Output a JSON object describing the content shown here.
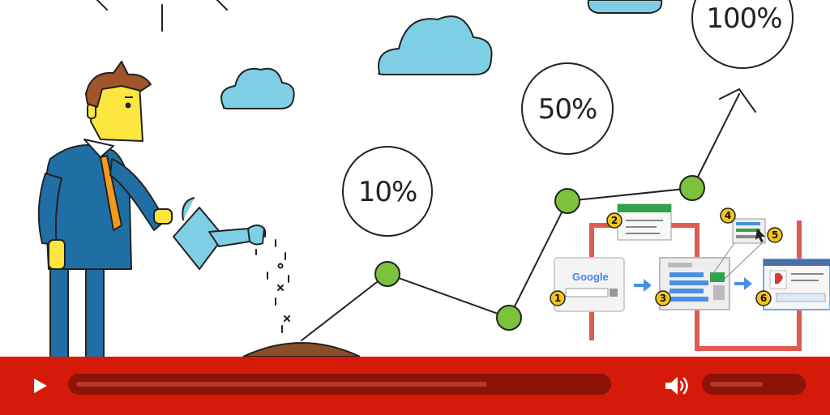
{
  "illustration": {
    "percent_labels": [
      "10%",
      "50%",
      "100%"
    ],
    "search_logo_text": "Google",
    "step_numbers": [
      "1",
      "2",
      "3",
      "4",
      "5",
      "6"
    ]
  },
  "player": {
    "progress": 0.78,
    "volume": 0.6,
    "icons": [
      "play-icon",
      "volume-icon"
    ]
  },
  "colors": {
    "control_bar": "#d61a0a",
    "track": "#8c1306",
    "track_fill": "#b13a2c",
    "cloud": "#7ecfe6",
    "node_green": "#7cc23b",
    "suit_blue": "#1f6fa5",
    "skin_yellow": "#fde63f",
    "tie_orange": "#f39a1e",
    "soil_brown": "#8b4e2a",
    "diagram_red": "#e05a50",
    "badge_yellow": "#f5c518"
  }
}
